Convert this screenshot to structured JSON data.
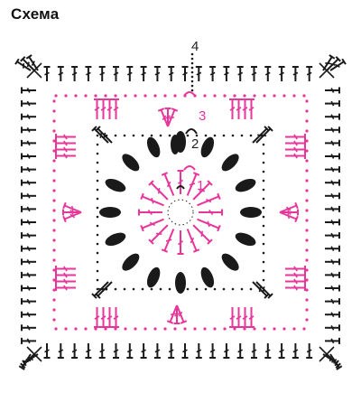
{
  "title": "Схема",
  "row_labels": [
    "1",
    "2",
    "3",
    "4"
  ],
  "colors": {
    "black": "#1a1a1a",
    "pink": "#e8359a",
    "label_black": "#222222",
    "label_pink": "#e8359a"
  },
  "symbols": [
    "chain-stitch",
    "double-crochet",
    "cluster",
    "dot-chain",
    "magic-ring"
  ]
}
